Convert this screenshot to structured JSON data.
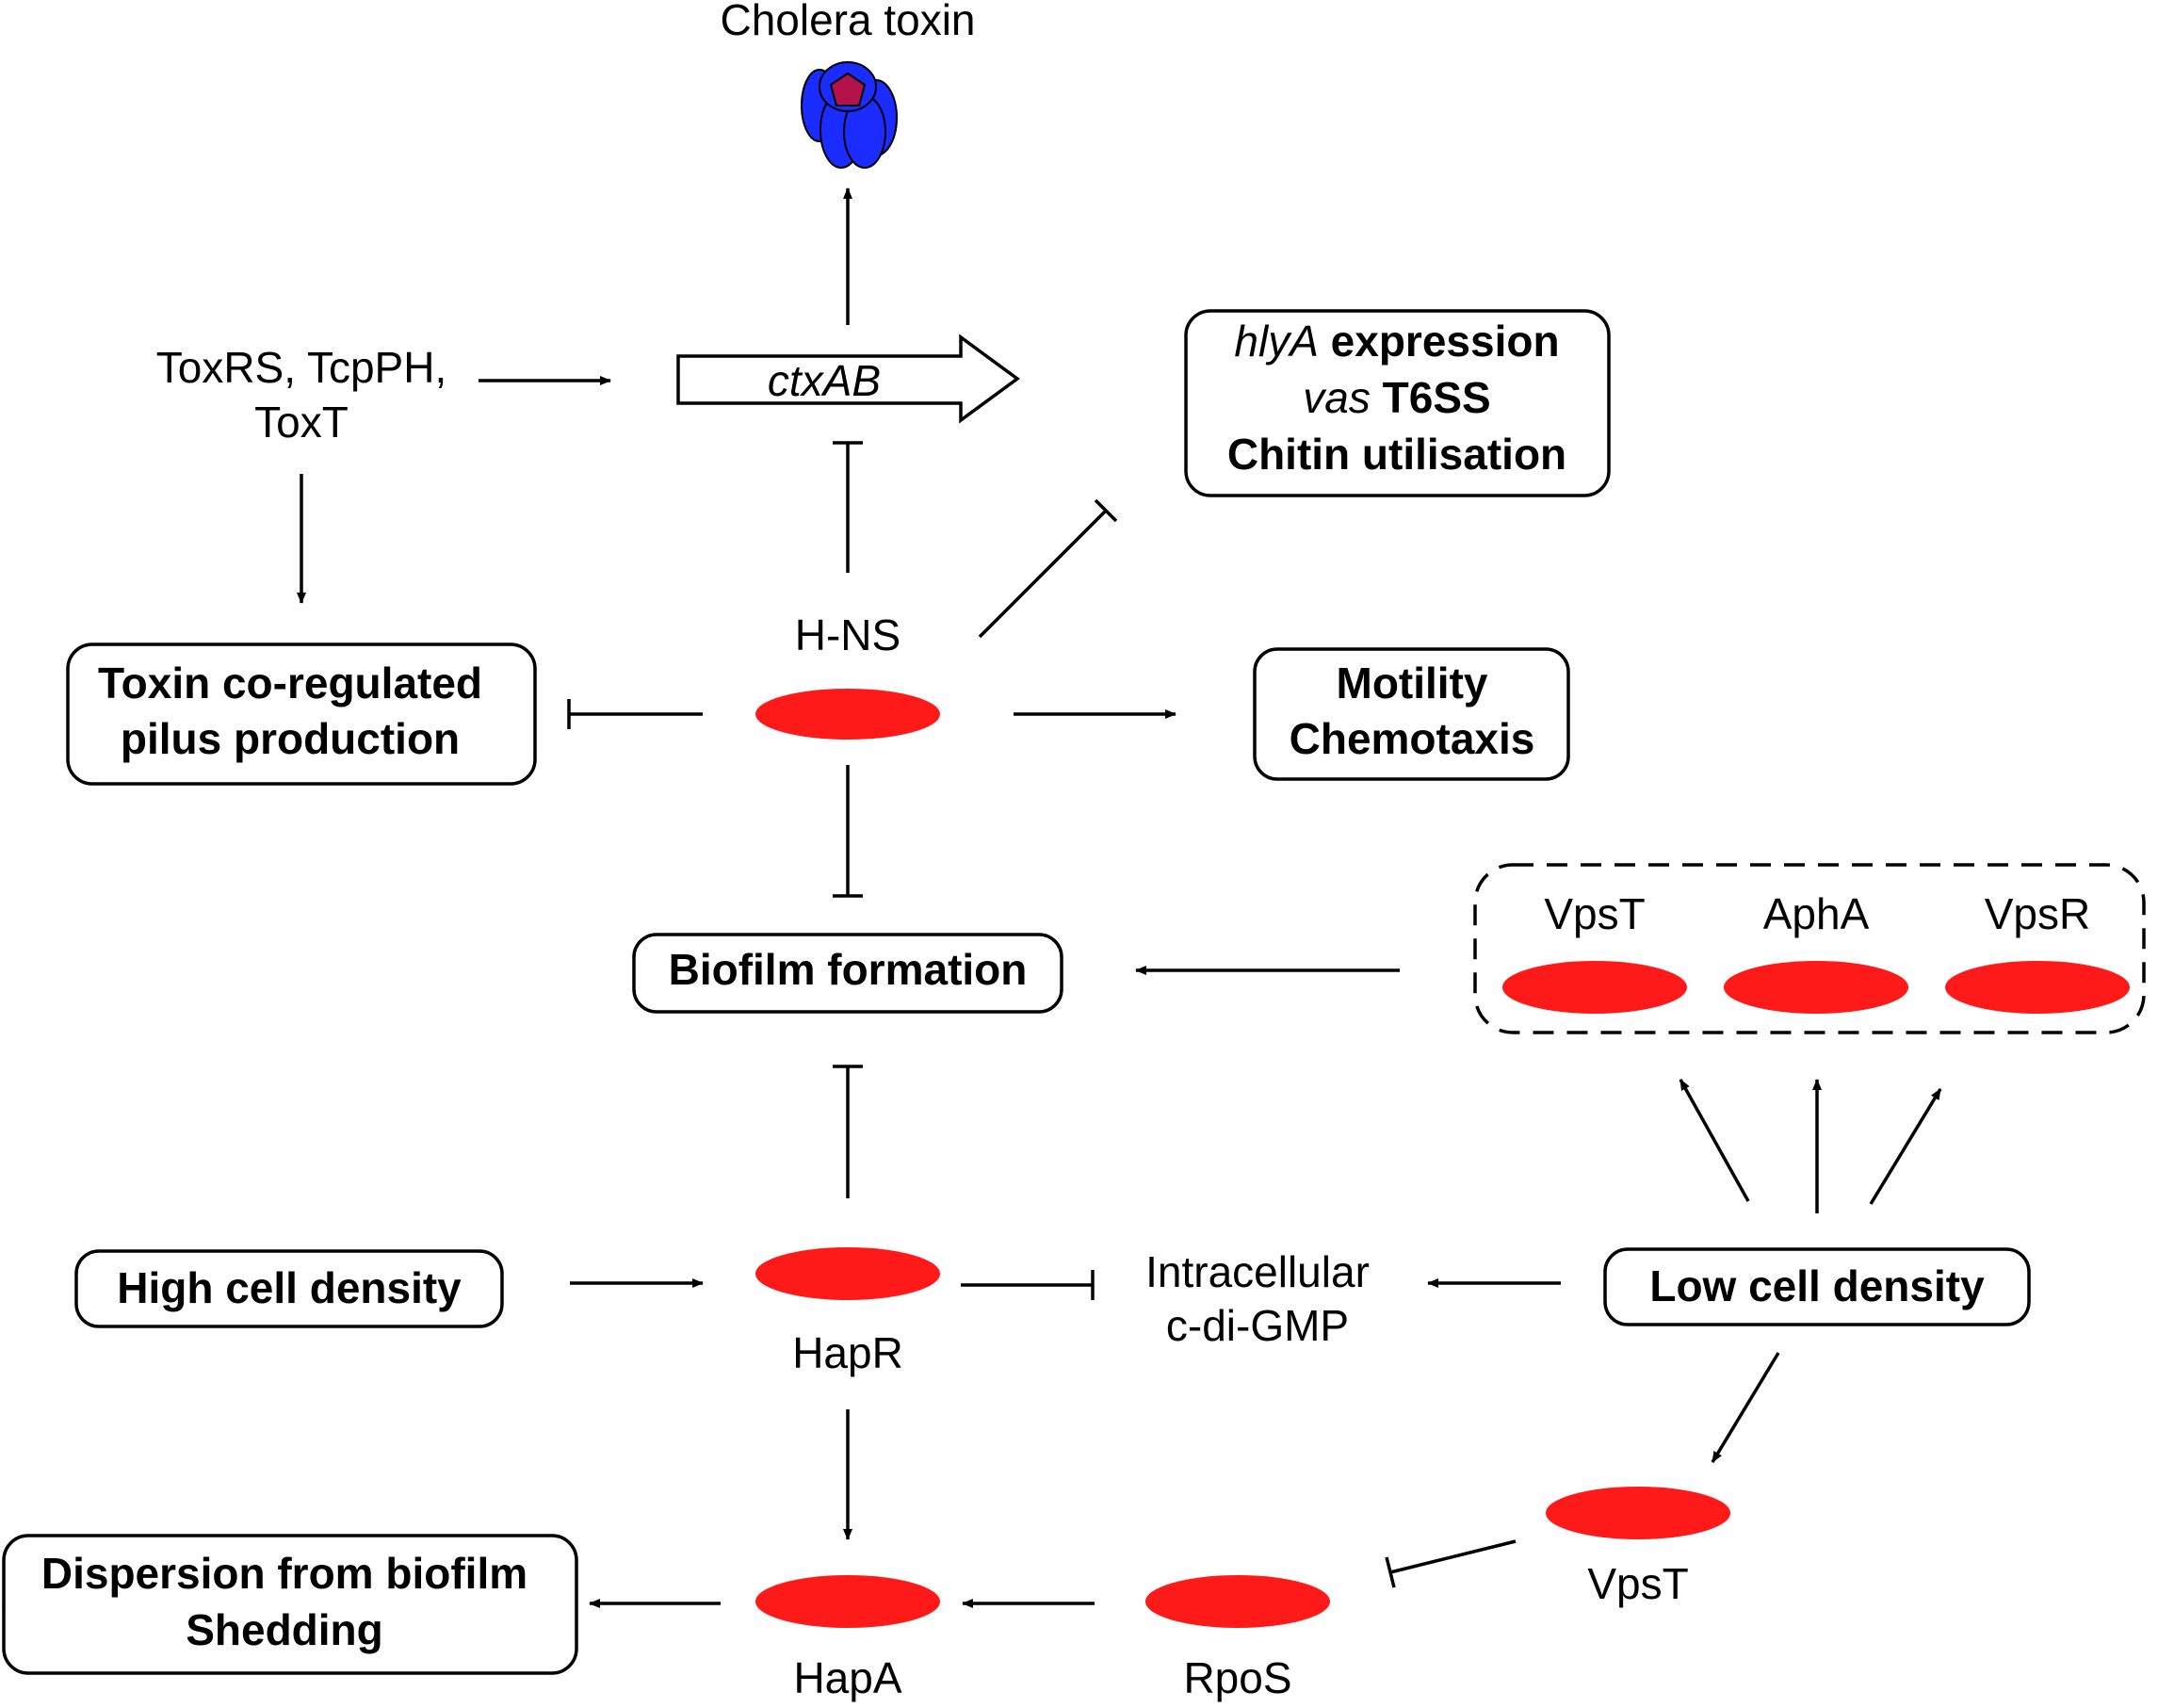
{
  "nodes": {
    "cholera_toxin": "Cholera toxin",
    "toxrs": [
      "ToxRS, TcpPH,",
      "ToxT"
    ],
    "ctxab": "ctxAB",
    "hlya_box": {
      "line1_italic": "hlyA",
      "line1_bold": " expression",
      "line2_italic": "vas",
      "line2_bold": " T6SS",
      "line3": "Chitin utilisation"
    },
    "hns": "H-NS",
    "tcp_box": [
      "Toxin co-regulated",
      "pilus production"
    ],
    "motility_box": [
      "Motility",
      "Chemotaxis"
    ],
    "biofilm_box": "Biofilm formation",
    "regulators": [
      "VpsT",
      "AphA",
      "VpsR"
    ],
    "high_density": "High cell density",
    "hapr": "HapR",
    "cdigmp": [
      "Intracellular",
      "c-di-GMP"
    ],
    "low_density": "Low cell density",
    "vpst": "VpsT",
    "dispersion_box": [
      "Dispersion from biofilm",
      "Shedding"
    ],
    "hapa": "HapA",
    "rpos": "RpoS"
  },
  "colors": {
    "protein": "#ff1a1a",
    "toxin_blue": "#1a2cff",
    "toxin_core": "#b3134a",
    "line": "#000000"
  }
}
